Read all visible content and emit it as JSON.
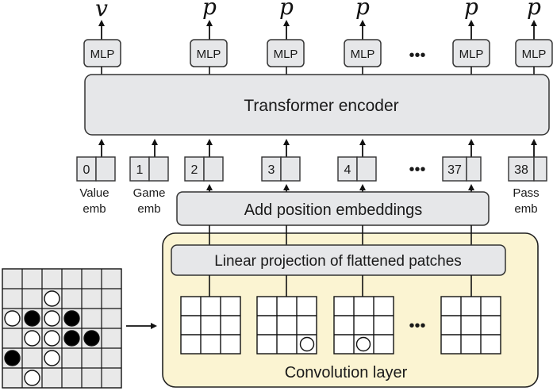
{
  "outputs": [
    "v",
    "p",
    "p",
    "p",
    "p",
    "p"
  ],
  "mlp_label": "MLP",
  "ellipsis": "•••",
  "encoder_label": "Transformer encoder",
  "tokens": [
    "0",
    "1",
    "2",
    "3",
    "4",
    "37",
    "38"
  ],
  "token_captions": {
    "value_line1": "Value",
    "value_line2": "emb",
    "game_line1": "Game",
    "game_line2": "emb",
    "pass_line1": "Pass",
    "pass_line2": "emb"
  },
  "position_label": "Add position embeddings",
  "projection_label": "Linear projection of flattened patches",
  "conv_label": "Convolution layer",
  "colors": {
    "box_fill": "#e6e7e9",
    "box_stroke": "#333333",
    "conv_fill": "#fbf4d2",
    "conv_stroke": "#222222",
    "black_stone": "#000000",
    "white_stone": "#ffffff"
  },
  "board": {
    "size": 6,
    "black_stones": [
      [
        2,
        1
      ],
      [
        2,
        3
      ],
      [
        3,
        3
      ],
      [
        3,
        4
      ],
      [
        4,
        0
      ]
    ],
    "white_stones": [
      [
        1,
        2
      ],
      [
        2,
        0
      ],
      [
        2,
        2
      ],
      [
        3,
        1
      ],
      [
        3,
        2
      ],
      [
        4,
        2
      ],
      [
        5,
        1
      ]
    ]
  },
  "patch_stones": [
    null,
    "bottom-right-white",
    "bottom-middle-white",
    null
  ]
}
